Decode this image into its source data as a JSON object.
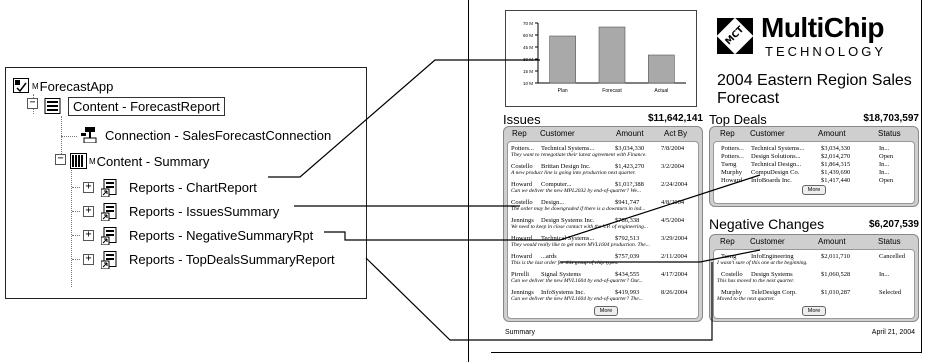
{
  "tree": {
    "root": "ForecastApp",
    "root_sup": "M",
    "nodes": [
      {
        "label": "Content - ForecastReport",
        "sup": ""
      },
      {
        "label": "Connection - SalesForecastConnection",
        "sup": ""
      },
      {
        "label": "Content - Summary",
        "sup": "M"
      },
      {
        "label": "Reports - ChartReport",
        "sup": ""
      },
      {
        "label": "Reports - IssuesSummary",
        "sup": ""
      },
      {
        "label": "Reports - NegativeSummaryRpt",
        "sup": ""
      },
      {
        "label": "Reports - TopDealsSummaryReport",
        "sup": ""
      }
    ]
  },
  "logo": {
    "name": "MultiChip",
    "sub": "TECHNOLOGY",
    "mark": "MCT"
  },
  "report_title": "2004 Eastern Region Sales Forecast",
  "chart_data": {
    "type": "bar",
    "categories": [
      "Plan",
      "Forecast",
      "Actual"
    ],
    "values": [
      57,
      66,
      38
    ],
    "yticks": [
      "70 M",
      "60 M",
      "45 M",
      "30 M",
      "15 M",
      "10 M"
    ],
    "ylim": [
      10,
      70
    ]
  },
  "issues": {
    "title": "Issues",
    "total": "$11,642,141",
    "columns": [
      "Rep",
      "Customer",
      "Amount",
      "Act By"
    ],
    "rows": [
      {
        "rep": "Potters...",
        "cust": "Technical Systems...",
        "amt": "$3,034,330",
        "by": "7/8/2004",
        "note": "They want to renegotiate their latest agreement with Finance."
      },
      {
        "rep": "Costello",
        "cust": "Brittan Design Inc.",
        "amt": "$1,423,270",
        "by": "3/2/2004",
        "note": "A new product line is going into production next quarter."
      },
      {
        "rep": "Howard",
        "cust": "Computer...",
        "amt": "$1,01?,388",
        "by": "2/24/2004",
        "note": "Can we deliver the new MPL2032 by end-of-quarter? We..."
      },
      {
        "rep": "Costello",
        "cust": "Design...",
        "amt": "$941,747",
        "by": "4/8/2004",
        "note": "The order may be downgraded if there is a downturn in ind..."
      },
      {
        "rep": "Jennings",
        "cust": "Design Systems Inc.",
        "amt": "$786,338",
        "by": "4/5/2004",
        "note": "We need to keep in close contact with the V.P. of engineering..."
      },
      {
        "rep": "Howard",
        "cust": "Technical Systems...",
        "amt": "$792,513",
        "by": "3/29/2004",
        "note": "They would really like to get more MVL1604 production. The..."
      },
      {
        "rep": "Howard",
        "cust": "...ards",
        "amt": "$757,039",
        "by": "2/11/2004",
        "note": "This is the last order for this group of chip types."
      },
      {
        "rep": "Pirrelli",
        "cust": "Signal Systems",
        "amt": "$434,555",
        "by": "4/17/2004",
        "note": "Can we deliver the new MVL1604 by end-of-quarter? Our..."
      },
      {
        "rep": "Jennings",
        "cust": "InfoSystems Inc.",
        "amt": "$419,993",
        "by": "8/26/2004",
        "note": "Can we deliver the new MVL1604 by end-of-quarter? The..."
      }
    ],
    "more": "More"
  },
  "topdeals": {
    "title": "Top Deals",
    "total": "$18,703,597",
    "columns": [
      "Rep",
      "Customer",
      "Amount",
      "Status"
    ],
    "rows": [
      {
        "rep": "Potters...",
        "cust": "Technical Systems...",
        "amt": "$3,034,330",
        "st": "In..."
      },
      {
        "rep": "Potters...",
        "cust": "Design Solutions...",
        "amt": "$2,014,270",
        "st": "Open"
      },
      {
        "rep": "Tseng",
        "cust": "Technical Design...",
        "amt": "$1,864,315",
        "st": "In..."
      },
      {
        "rep": "Murphy",
        "cust": "CompuDesign Co.",
        "amt": "$1,439,690",
        "st": "In..."
      },
      {
        "rep": "Howard",
        "cust": "InfoBoards Inc.",
        "amt": "$1,417,440",
        "st": "Open"
      }
    ],
    "more": "More"
  },
  "negative": {
    "title": "Negative Changes",
    "total": "$6,207,539",
    "columns": [
      "Rep",
      "Customer",
      "Amount",
      "Status"
    ],
    "rows": [
      {
        "rep": "Tseng",
        "cust": "InfoEngineering",
        "amt": "$2,011,710",
        "st": "Cancelled",
        "note": "I wasn't sure of this one at the beginning."
      },
      {
        "rep": "Costello",
        "cust": "Design Systems",
        "amt": "$1,060,528",
        "st": "In...",
        "note": "This has moved to the next quarter."
      },
      {
        "rep": "Murphy",
        "cust": "TeleDesign Corp.",
        "amt": "$1,010,287",
        "st": "Selected",
        "note": "Moved to the next quarter."
      }
    ],
    "more": "More"
  },
  "footer": {
    "left": "Summary",
    "right": "April 21, 2004"
  }
}
